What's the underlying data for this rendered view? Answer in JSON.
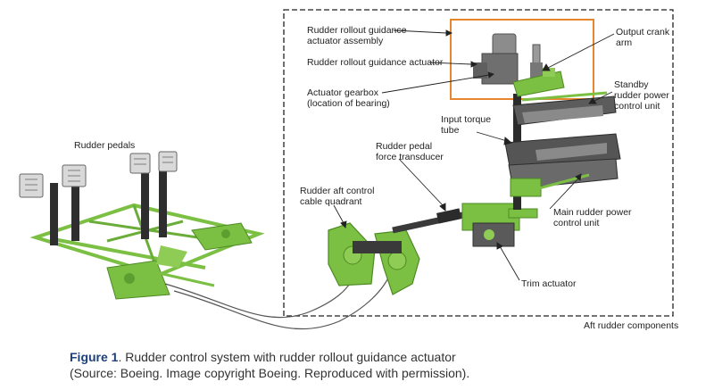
{
  "labels": {
    "rrg_assembly": [
      "Rudder rollout guidance",
      "actuator assembly"
    ],
    "rrg_actuator": "Rudder rollout guidance actuator",
    "gearbox": [
      "Actuator gearbox",
      "(location of bearing)"
    ],
    "output_crank": [
      "Output crank",
      "arm"
    ],
    "standby_pcu": [
      "Standby",
      "rudder power",
      "control unit"
    ],
    "input_torque": [
      "Input torque",
      "tube"
    ],
    "pedal_transducer": [
      "Rudder pedal",
      "force transducer"
    ],
    "rudder_pedals": "Rudder pedals",
    "aft_quadrant": [
      "Rudder aft control",
      "cable quadrant"
    ],
    "main_pcu": [
      "Main rudder power",
      "control unit"
    ],
    "trim_actuator": "Trim actuator",
    "aft_components": "Aft rudder components"
  },
  "caption": {
    "figure": "Figure 1",
    "text1": ". Rudder control system with rudder rollout guidance actuator",
    "text2": "(Source: Boeing. Image copyright Boeing. Reproduced with permission)."
  },
  "colors": {
    "green": "#7bc043",
    "dark_gray": "#3f3f3f",
    "highlight": "#e8862d",
    "caption_blue": "#1d3f7a"
  }
}
